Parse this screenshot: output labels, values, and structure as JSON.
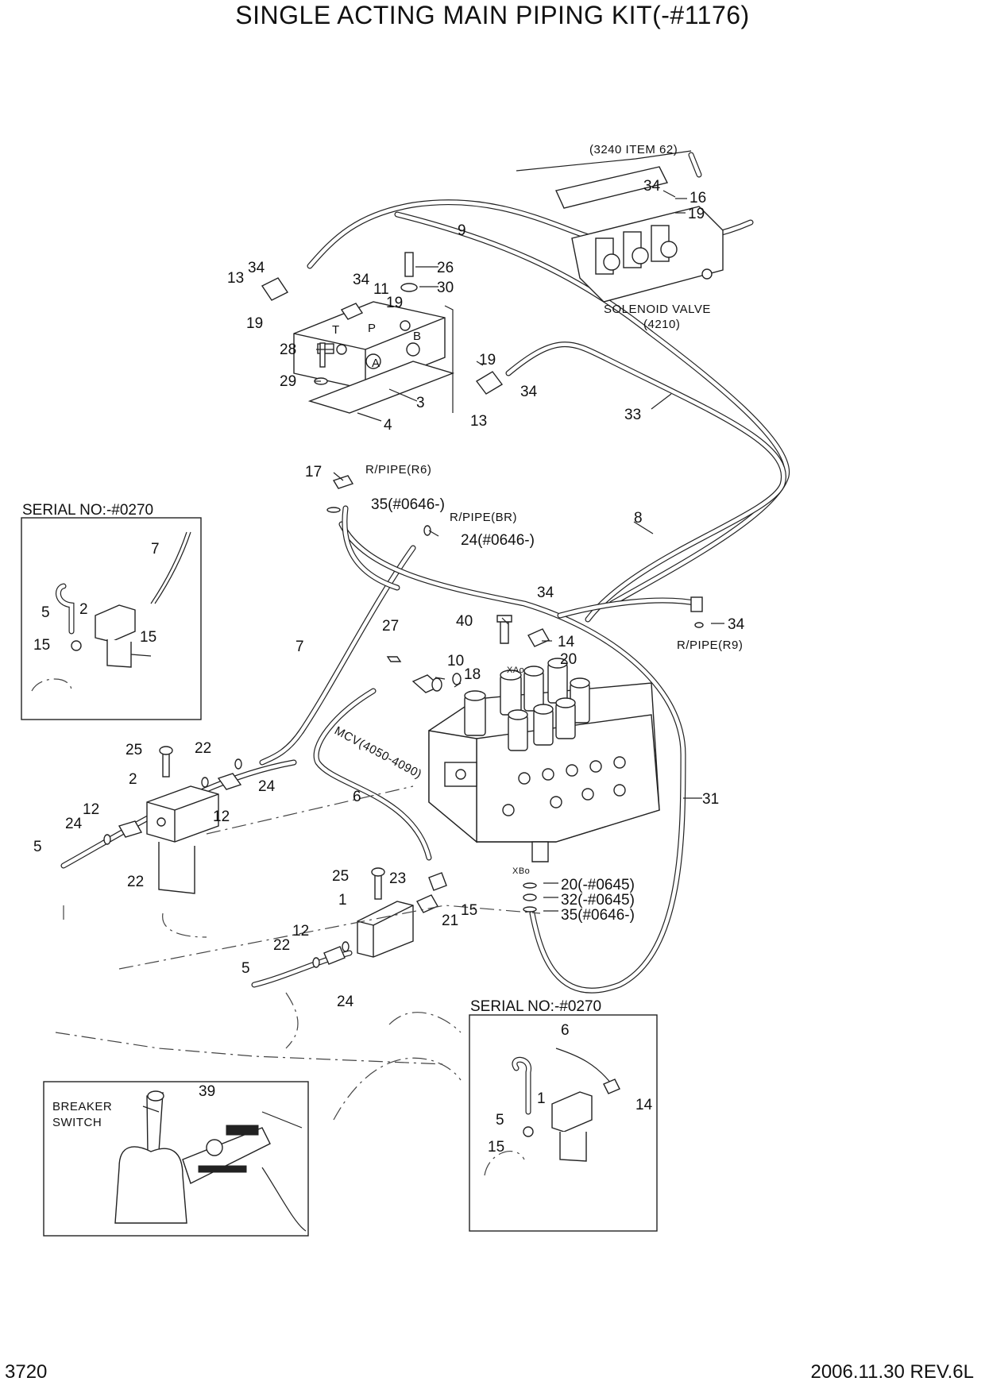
{
  "title": "SINGLE ACTING MAIN PIPING KIT(-#1176)",
  "page_number": "3720",
  "revision": "2006.11.30  REV.6L",
  "annotations": {
    "ref_3240": "(3240 ITEM 62)",
    "solenoid_valve": "SOLENOID VALVE",
    "solenoid_code": "(4210)",
    "rpipe_r6": "R/PIPE(R6)",
    "rpipe_br": "R/PIPE(BR)",
    "rpipe_r9": "R/PIPE(R9)",
    "mcv": "MCV(4050-4090)",
    "serial_box_1": "SERIAL NO:-#0270",
    "serial_box_2": "SERIAL NO:-#0270",
    "breaker_line1": "BREAKER",
    "breaker_line2": "SWITCH",
    "port_t": "T",
    "port_p": "P",
    "port_a": "A",
    "port_b": "B",
    "port_xa": "XAo",
    "port_xb": "XBo"
  },
  "callouts": [
    {
      "id": "c34a",
      "text": "34"
    },
    {
      "id": "c16",
      "text": "16"
    },
    {
      "id": "c19a",
      "text": "19"
    },
    {
      "id": "c9",
      "text": "9"
    },
    {
      "id": "c34b",
      "text": "34"
    },
    {
      "id": "c13a",
      "text": "13"
    },
    {
      "id": "c26",
      "text": "26"
    },
    {
      "id": "c34c",
      "text": "34"
    },
    {
      "id": "c30",
      "text": "30"
    },
    {
      "id": "c11",
      "text": "11"
    },
    {
      "id": "c19b",
      "text": "19"
    },
    {
      "id": "c19c",
      "text": "19"
    },
    {
      "id": "c28",
      "text": "28"
    },
    {
      "id": "c19d",
      "text": "19"
    },
    {
      "id": "c29",
      "text": "29"
    },
    {
      "id": "c34d",
      "text": "34"
    },
    {
      "id": "c3",
      "text": "3"
    },
    {
      "id": "c4",
      "text": "4"
    },
    {
      "id": "c13b",
      "text": "13"
    },
    {
      "id": "c33",
      "text": "33"
    },
    {
      "id": "c17",
      "text": "17"
    },
    {
      "id": "c35a",
      "text": "35(#0646-)"
    },
    {
      "id": "c24a",
      "text": "24(#0646-)"
    },
    {
      "id": "c8",
      "text": "8"
    },
    {
      "id": "c7a",
      "text": "7"
    },
    {
      "id": "c5a",
      "text": "5"
    },
    {
      "id": "c2a",
      "text": "2"
    },
    {
      "id": "c15a",
      "text": "15"
    },
    {
      "id": "c15b",
      "text": "15"
    },
    {
      "id": "c34e",
      "text": "34"
    },
    {
      "id": "c40",
      "text": "40"
    },
    {
      "id": "c34f",
      "text": "34"
    },
    {
      "id": "c27",
      "text": "27"
    },
    {
      "id": "c14a",
      "text": "14"
    },
    {
      "id": "c7b",
      "text": "7"
    },
    {
      "id": "c10",
      "text": "10"
    },
    {
      "id": "c20a",
      "text": "20"
    },
    {
      "id": "c18",
      "text": "18"
    },
    {
      "id": "c25a",
      "text": "25"
    },
    {
      "id": "c22a",
      "text": "22"
    },
    {
      "id": "c2b",
      "text": "2"
    },
    {
      "id": "c24b",
      "text": "24"
    },
    {
      "id": "c6a",
      "text": "6"
    },
    {
      "id": "c31",
      "text": "31"
    },
    {
      "id": "c12a",
      "text": "12"
    },
    {
      "id": "c24c",
      "text": "24"
    },
    {
      "id": "c12b",
      "text": "12"
    },
    {
      "id": "c5b",
      "text": "5"
    },
    {
      "id": "c22b",
      "text": "22"
    },
    {
      "id": "c25b",
      "text": "25"
    },
    {
      "id": "c23",
      "text": "23"
    },
    {
      "id": "c20b",
      "text": "20(-#0645)"
    },
    {
      "id": "c1a",
      "text": "1"
    },
    {
      "id": "c32",
      "text": "32(-#0645)"
    },
    {
      "id": "c15c",
      "text": "15"
    },
    {
      "id": "c21",
      "text": "21"
    },
    {
      "id": "c35b",
      "text": "35(#0646-)"
    },
    {
      "id": "c12c",
      "text": "12"
    },
    {
      "id": "c22c",
      "text": "22"
    },
    {
      "id": "c5c",
      "text": "5"
    },
    {
      "id": "c24d",
      "text": "24"
    },
    {
      "id": "c6b",
      "text": "6"
    },
    {
      "id": "c39",
      "text": "39"
    },
    {
      "id": "c1b",
      "text": "1"
    },
    {
      "id": "c14b",
      "text": "14"
    },
    {
      "id": "c5d",
      "text": "5"
    },
    {
      "id": "c15d",
      "text": "15"
    }
  ]
}
